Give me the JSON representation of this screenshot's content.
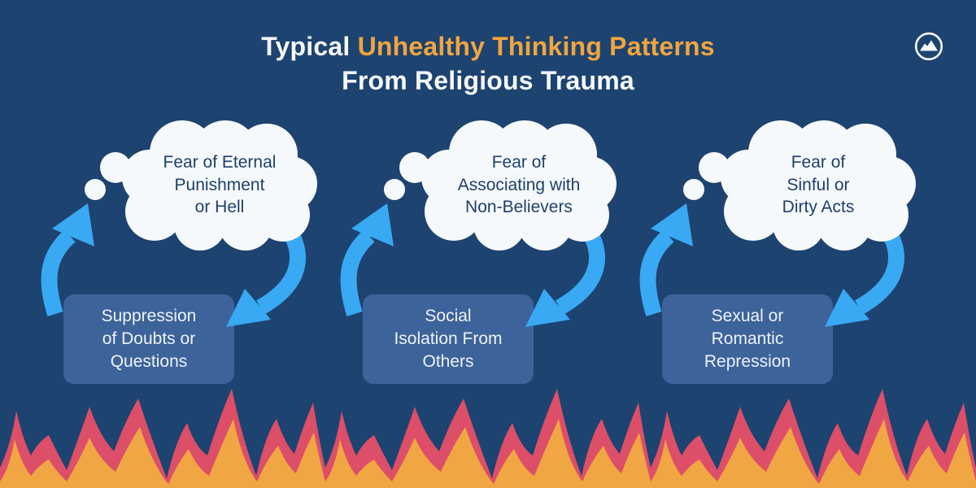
{
  "title": {
    "prefix": "Typical",
    "highlight": "Unhealthy Thinking Patterns",
    "line2": "From Religious Trauma"
  },
  "logo": {
    "icon": "mountain-in-circle-logo"
  },
  "colors": {
    "background": "#1d4370",
    "title_white": "#f5f8fc",
    "title_orange": "#f0a53f",
    "cloud_fill": "#f6f9fc",
    "cloud_text": "#1e4067",
    "box_fill": "#3d639b",
    "box_text": "#eef3f9",
    "arrow_blue": "#38a9f2",
    "flame_pink": "#dd4e68",
    "flame_orange": "#efa643"
  },
  "cycles": [
    {
      "thought": {
        "line1": "Fear of Eternal",
        "line2": "Punishment",
        "line3": "or Hell"
      },
      "behavior": {
        "line1": "Suppression",
        "line2": "of Doubts or",
        "line3": "Questions"
      }
    },
    {
      "thought": {
        "line1": "Fear of",
        "line2": "Associating with",
        "line3": "Non-Believers"
      },
      "behavior": {
        "line1": "Social",
        "line2": "Isolation From",
        "line3": "Others"
      }
    },
    {
      "thought": {
        "line1": "Fear of",
        "line2": "Sinful or",
        "line3": "Dirty Acts"
      },
      "behavior": {
        "line1": "Sexual or",
        "line2": "Romantic",
        "line3": "Repression"
      }
    }
  ]
}
